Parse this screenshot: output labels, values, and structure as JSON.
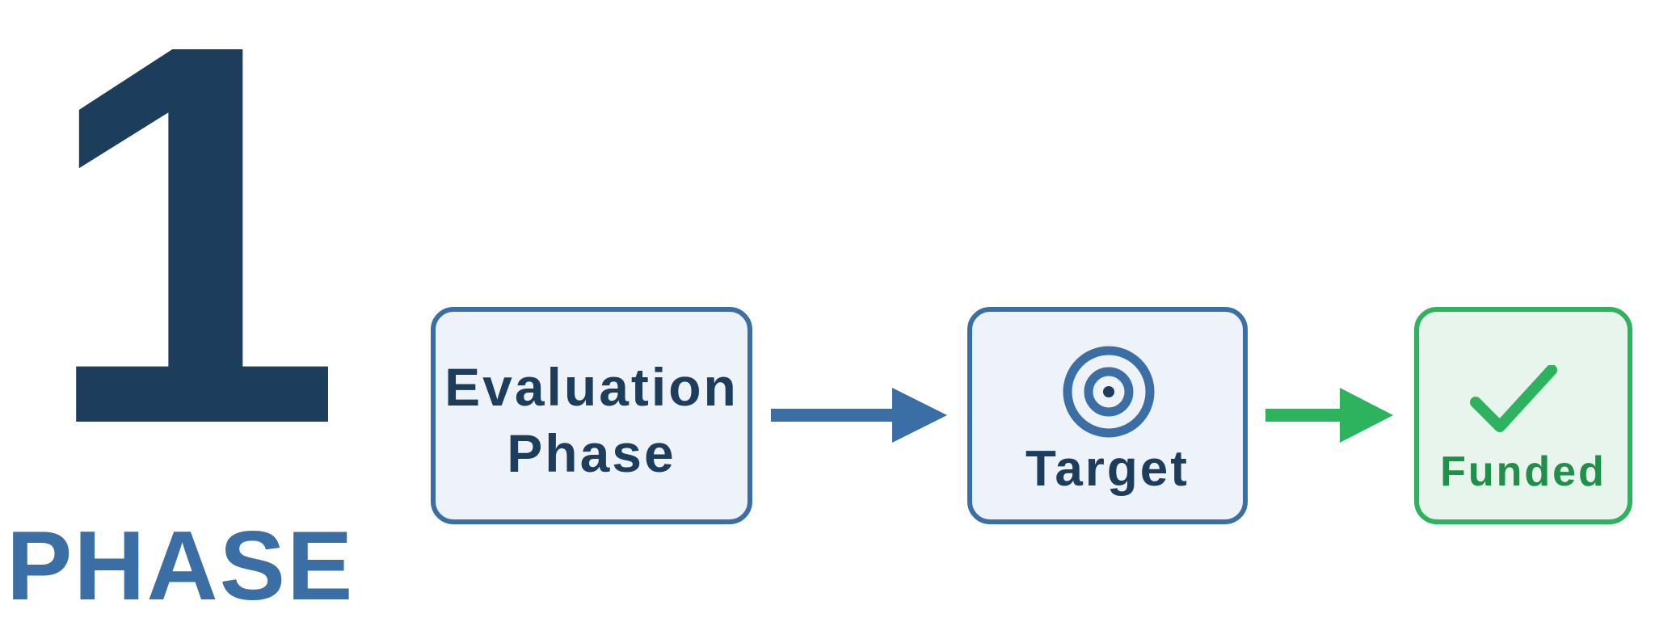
{
  "phase": {
    "number": "1",
    "word": "PHASE"
  },
  "flow": {
    "steps": [
      {
        "label": "Evaluation\nPhase",
        "icon": ""
      },
      {
        "label": "Target",
        "icon": "target-icon"
      },
      {
        "label": "Funded",
        "icon": "checkmark-icon"
      }
    ]
  },
  "colors": {
    "navy": "#1c3d5c",
    "blue": "#3a6ea5",
    "green": "#2db35e",
    "dark_green": "#1f8f4a"
  }
}
